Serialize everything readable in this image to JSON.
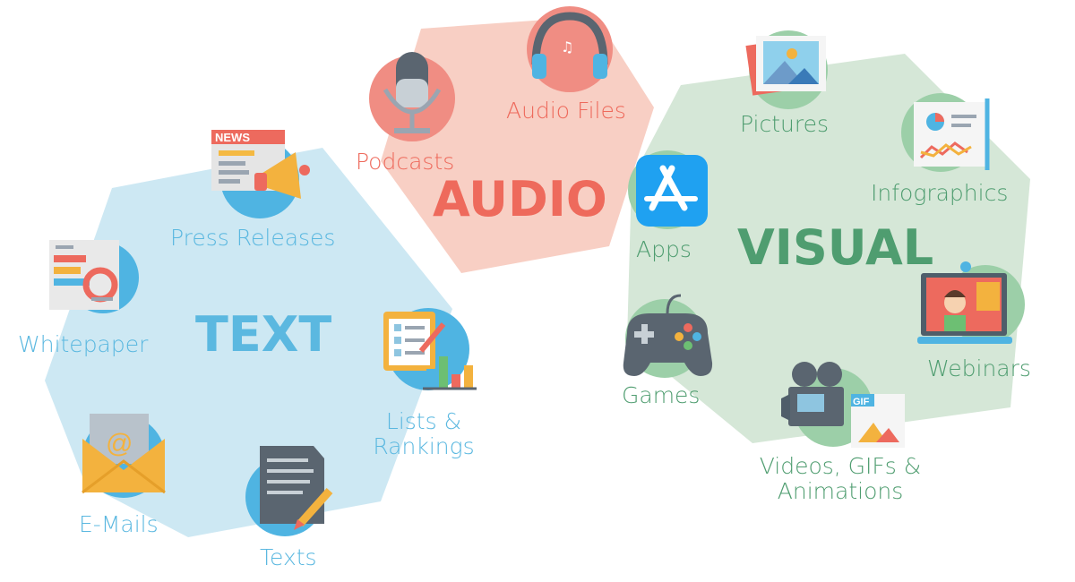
{
  "groups": {
    "text": {
      "title": "TEXT",
      "color": "#cde8f3",
      "title_color": "#5bb8e0",
      "items": {
        "press_releases": "Press Releases",
        "whitepaper": "Whitepaper",
        "lists_line1": "Lists &",
        "lists_line2": "Rankings",
        "emails": "E-Mails",
        "texts": "Texts"
      }
    },
    "audio": {
      "title": "AUDIO",
      "color": "#f8cfc4",
      "title_color": "#ee6a5c",
      "items": {
        "podcasts": "Podcasts",
        "audio_files": "Audio Files"
      }
    },
    "visual": {
      "title": "VISUAL",
      "color": "#d5e7d7",
      "title_color": "#4f9d70",
      "items": {
        "pictures": "Pictures",
        "infographics": "Infographics",
        "apps": "Apps",
        "webinars": "Webinars",
        "games": "Games",
        "videos_line1": "Videos, GIFs &",
        "videos_line2": "Animations"
      }
    }
  },
  "icons": {
    "press_releases": "newspaper-megaphone-icon",
    "whitepaper": "whitepaper-chart-icon",
    "lists": "checklist-bar-chart-icon",
    "emails": "envelope-at-icon",
    "texts": "document-pencil-icon",
    "podcasts": "microphone-icon",
    "audio_files": "headphones-icon",
    "pictures": "photo-stack-icon",
    "infographics": "infographic-board-icon",
    "apps": "app-store-icon",
    "webinars": "laptop-video-call-icon",
    "games": "gamepad-icon",
    "videos": "video-camera-gif-icon"
  },
  "decor_texts": {
    "news": "NEWS",
    "gif": "GIF"
  }
}
